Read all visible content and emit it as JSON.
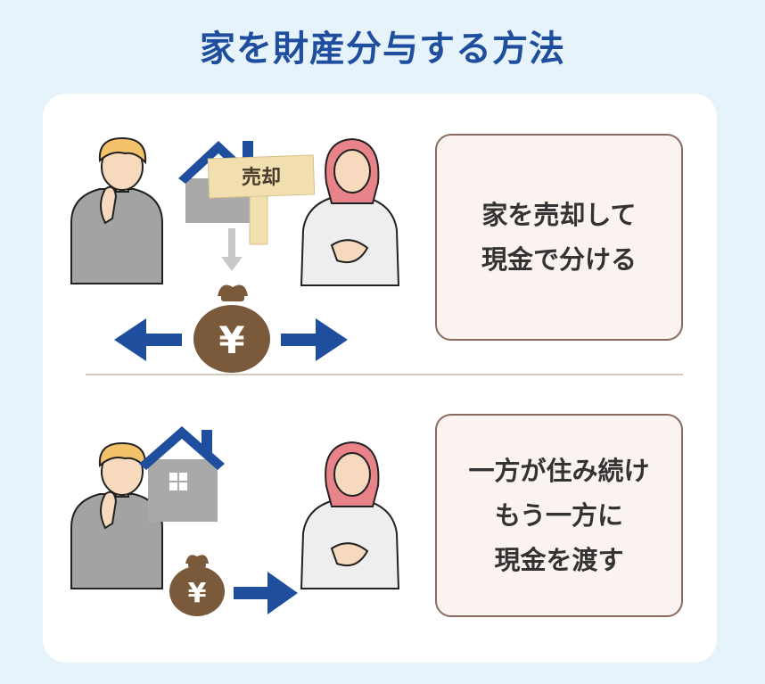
{
  "title": "家を財産分与する方法",
  "method1": {
    "sign": "売却",
    "yen": "¥",
    "lines": [
      "家を売却して",
      "現金で分ける"
    ]
  },
  "method2": {
    "yen": "¥",
    "lines": [
      "一方が住み続け",
      "もう一方に",
      "現金を渡す"
    ]
  },
  "colors": {
    "background": "#e6f3fb",
    "title": "#1f4e9e",
    "roof": "#1f4e9e",
    "arrow": "#1f4e9e",
    "money_bag": "#7a5a3a",
    "box_fill": "#fbf3ef"
  }
}
